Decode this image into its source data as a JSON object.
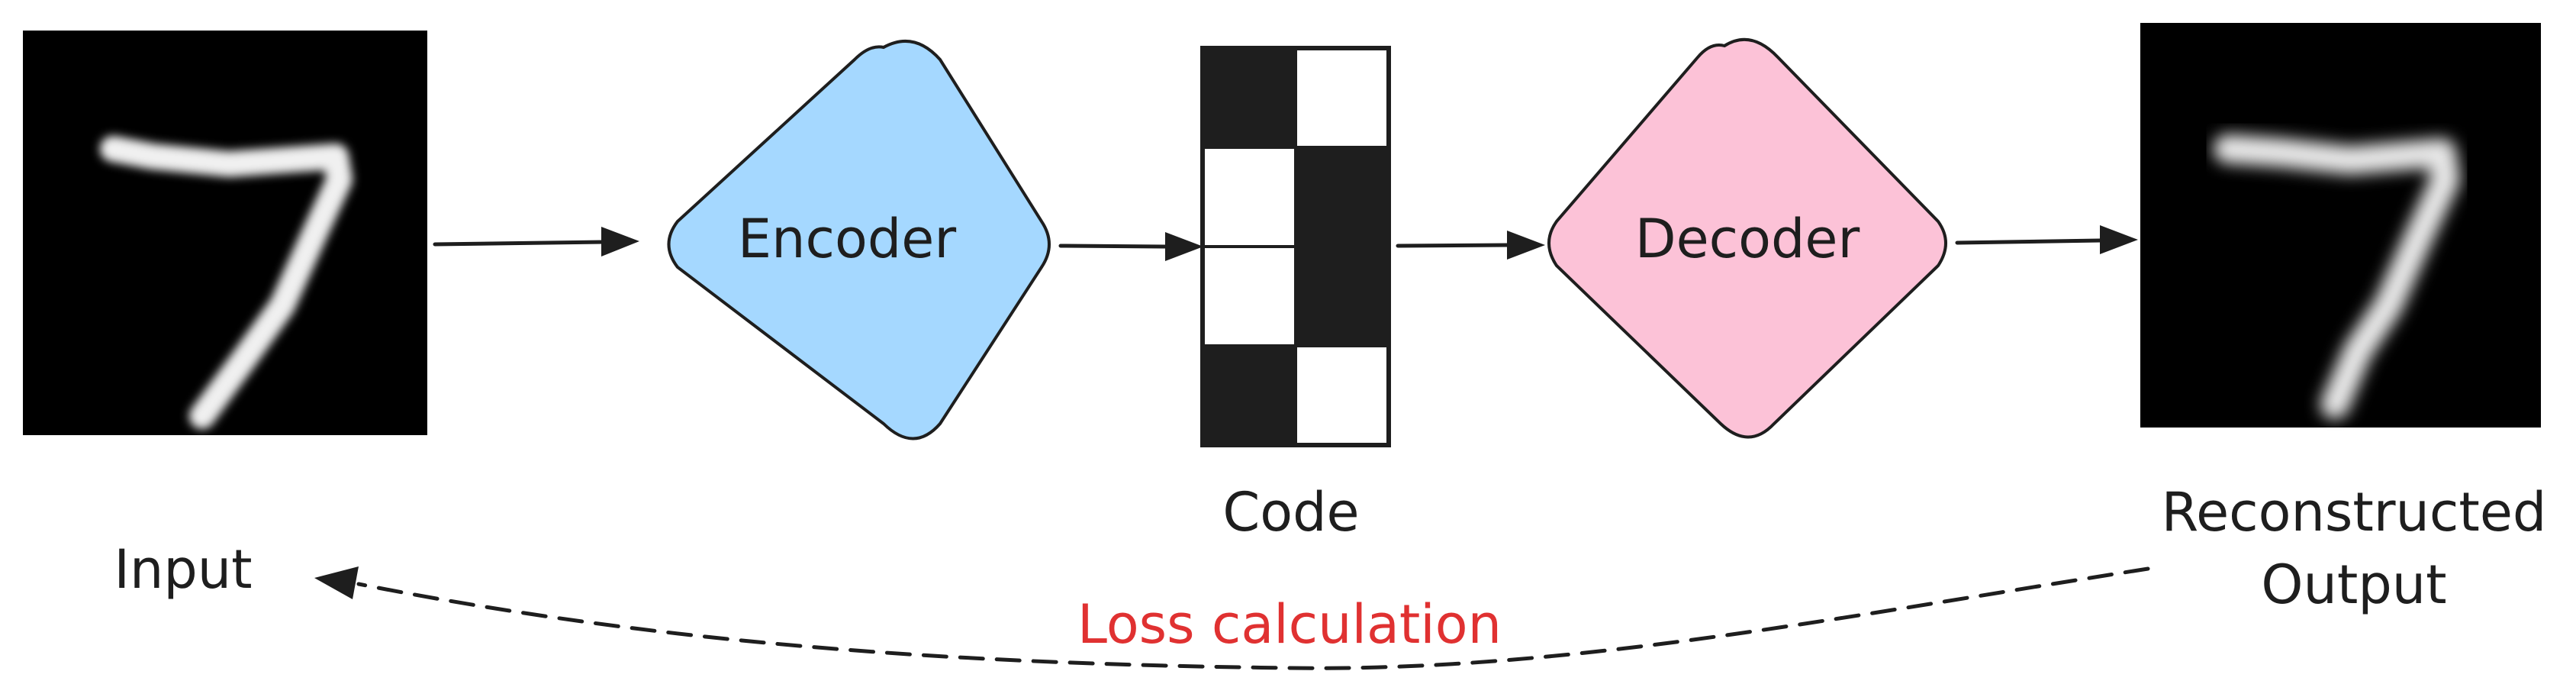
{
  "nodes": {
    "input_label": "Input",
    "encoder_label": "Encoder",
    "code_label": "Code",
    "decoder_label": "Decoder",
    "output_label_line1": "Reconstructed",
    "output_label_line2": "Output"
  },
  "loss": {
    "label": "Loss calculation"
  },
  "images": {
    "input_digit": "7",
    "output_digit": "7"
  },
  "code_grid": [
    [
      "dark",
      "light"
    ],
    [
      "light",
      "dark"
    ],
    [
      "light",
      "dark"
    ],
    [
      "dark",
      "light"
    ]
  ],
  "colors": {
    "stroke": "#1e1e1e",
    "encoder_fill": "#a5d8ff",
    "decoder_fill": "#fcc2d7",
    "loss_text": "#e03131",
    "image_bg": "#000000",
    "digit": "#f0f0f0",
    "code_dark": "#1e1e1e",
    "code_light": "#ffffff"
  }
}
